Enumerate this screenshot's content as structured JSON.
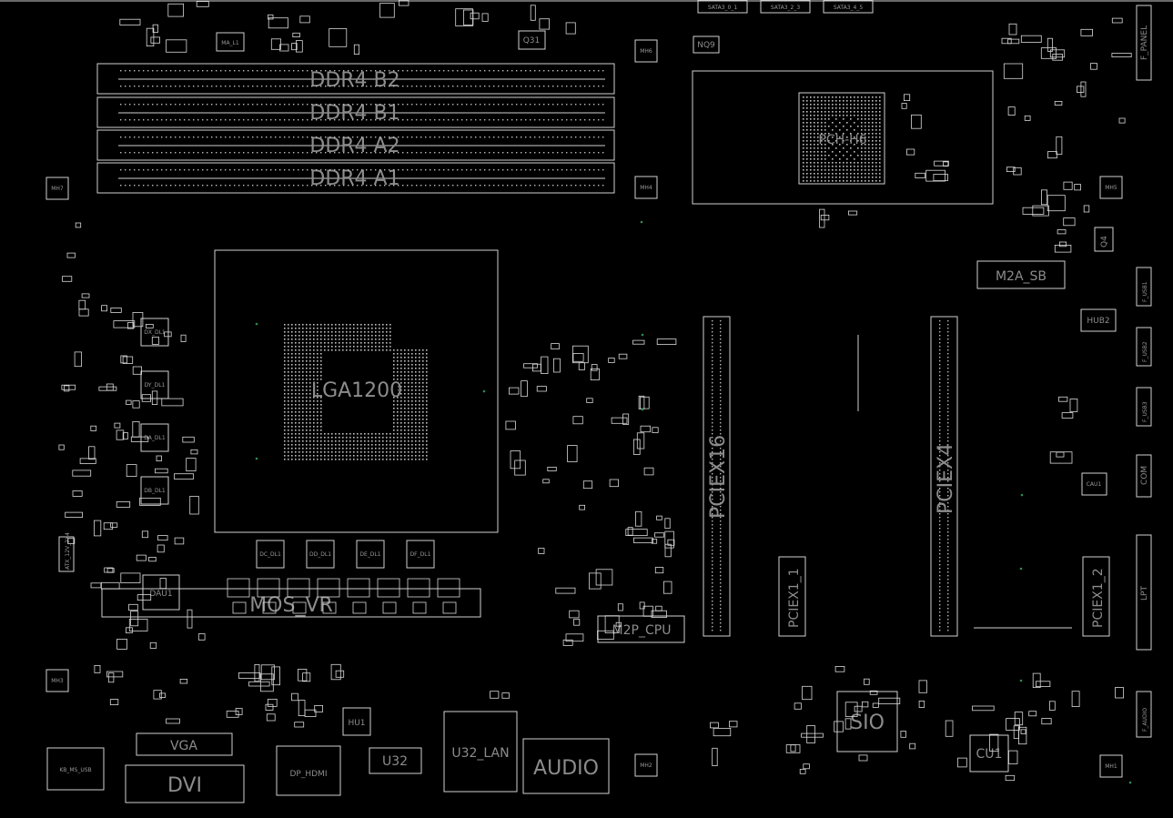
{
  "title": "Motherboard Boardview",
  "labels": {
    "ddr_b2": "DDR4 B2",
    "ddr_b1": "DDR4 B1",
    "ddr_a2": "DDR4 A2",
    "ddr_a1": "DDR4 A1",
    "pch": "PCH-H6",
    "cpu_socket": "LGA1200",
    "pciex16": "PCIEX16",
    "pciex4": "PCIEX4",
    "pciex1_1": "PCIEX1_1",
    "pciex1_2": "PCIEX1_2",
    "m2a_sb": "M2A_SB",
    "m2p_cpu": "M2P_CPU",
    "sio": "SIO",
    "cu1": "CU1",
    "audio": "AUDIO",
    "u32_lan": "U32_LAN",
    "u32": "U32",
    "dp_hdmi": "DP_HDMI",
    "vga": "VGA",
    "dvi": "DVI",
    "kb_ms_usb": "KB_MS_USB",
    "mos": "MOS_VR",
    "dau1": "DAU1",
    "hu1": "HU1",
    "hub2": "HUB2",
    "q31": "Q31",
    "q4": "Q4",
    "nq9": "NQ9",
    "f_panel": "F_PANEL",
    "f_usb1": "F_USB1",
    "f_usb2": "F_USB2",
    "f_usb3": "F_USB3",
    "com": "COM",
    "lpt": "LPT",
    "f_audio": "F_AUDIO",
    "sata3_01": "SATA3_0_1",
    "sata3_23": "SATA3_2_3",
    "sata3_45": "SATA3_4_5",
    "mh1": "MH1",
    "mh2": "MH2",
    "mh3": "MH3",
    "mh4": "MH4",
    "mh5": "MH5",
    "mh6": "MH6",
    "mh7": "MH7",
    "atx_12v": "ATX_12V_2X4",
    "cau1": "CAU1",
    "ma_l1": "MA_L1",
    "dx_dl1": "DX_DL1",
    "dy_dl1": "DY_DL1",
    "da_dl1": "DA_DL1",
    "db_dl1": "DB_DL1",
    "dc_dl1": "DC_DL1",
    "dd_dl1": "DD_DL1",
    "de_dl1": "DE_DL1",
    "df_dl1": "DF_DL1"
  },
  "colors": {
    "background": "#000000",
    "outline": "#cfcfcf",
    "label": "#8c8c8c",
    "accent_dot": "#2e8b57"
  }
}
